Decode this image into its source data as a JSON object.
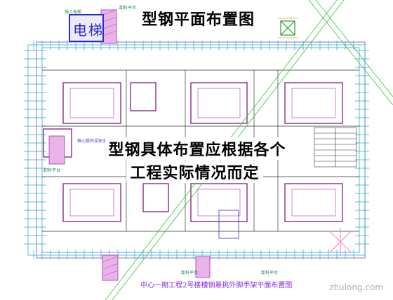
{
  "diagram": {
    "title": "型钢平面布置图",
    "note_line1": "型钢具体布置应根据各个",
    "note_line2": "工程实际情况而定",
    "caption": "中心一期工程2号楼槽钢悬挑外脚手架平面布置图",
    "watermark": "zhulong.com",
    "stamp_chars": [
      "电",
      "梯"
    ],
    "labels": {
      "construction_elevator": "施工电梯",
      "material_platform_top": "卸料平台",
      "material_platform_left": "卸料平台",
      "material_platform_bottom_mid": "卸料平台",
      "material_platform_bottom_right": "卸料平台",
      "core_note": "核心筒内设安全通道"
    }
  }
}
